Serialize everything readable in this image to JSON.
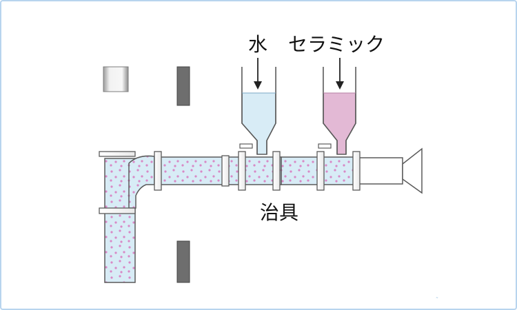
{
  "labels": {
    "water": "水",
    "ceramic": "セラミック",
    "jig": "治具"
  },
  "colors": {
    "frame_border": "#b8d4ee",
    "water_fill": "#d8ecf6",
    "ceramic_fill": "#e3b9d5",
    "slurry_dots": "#d889c6",
    "pipe_outline": "#5a5a5a",
    "dark_block": "#6e6e6e",
    "silver_block_light": "#f2f2f2",
    "silver_block_dark": "#9b9b9b"
  },
  "icons": {
    "water_arrow": "down-arrow-icon",
    "ceramic_arrow": "down-arrow-icon"
  }
}
